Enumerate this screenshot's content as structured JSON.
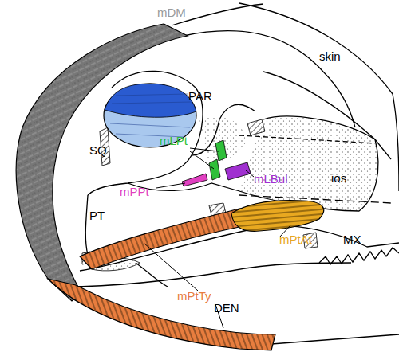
{
  "diagram": {
    "labels": [
      "mDM",
      "PAR",
      "skin",
      "SQ",
      "mLPt",
      "mPPt",
      "mLBul",
      "ios",
      "PT",
      "mPtAt",
      "MX",
      "mPtTy",
      "DEN"
    ]
  }
}
